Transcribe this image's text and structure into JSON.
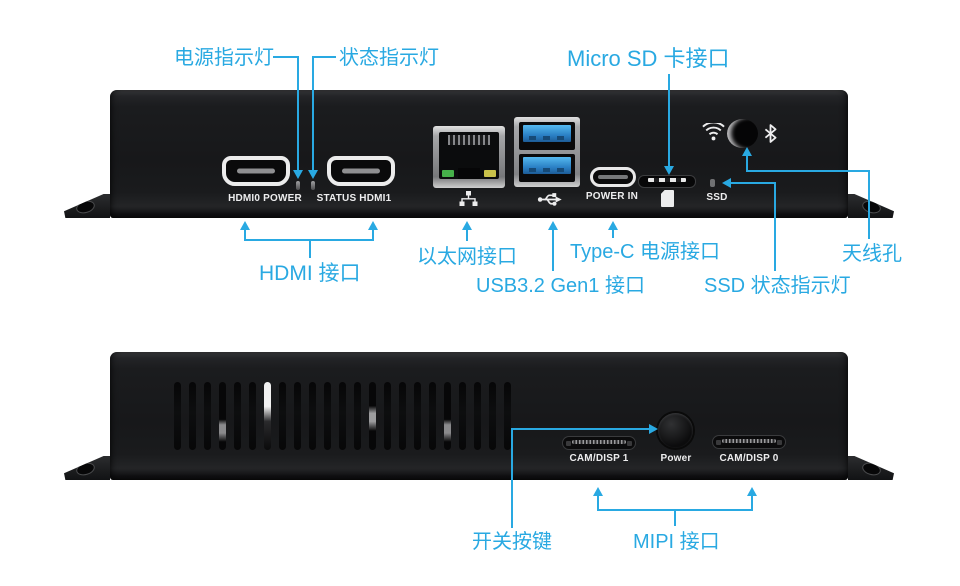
{
  "colors": {
    "accent": "#29a9e2",
    "usb_tongue": "#2a7fc4",
    "eth_led_green": "#46b04a",
    "eth_led_yellow": "#c9c24a"
  },
  "front_view": {
    "silkscreen": {
      "hdmi0_power": "HDMI0 POWER",
      "status_hdmi1": "STATUS HDMI1",
      "power_in": "POWER IN",
      "ssd": "SSD"
    },
    "callouts": {
      "power_led": "电源指示灯",
      "status_led": "状态指示灯",
      "micro_sd": "Micro SD 卡接口",
      "hdmi": "HDMI 接口",
      "ethernet": "以太网接口",
      "type_c": "Type-C 电源接口",
      "usb": "USB3.2 Gen1 接口",
      "ssd_led": "SSD 状态指示灯",
      "antenna": "天线孔"
    },
    "icons": [
      "ethernet-icon",
      "usb-icon",
      "sd-card-icon",
      "wifi-icon",
      "bluetooth-icon"
    ]
  },
  "rear_view": {
    "silkscreen": {
      "cam_disp_1": "CAM/DISP 1",
      "power": "Power",
      "cam_disp_0": "CAM/DISP 0"
    },
    "callouts": {
      "power_button": "开关按键",
      "mipi": "MIPI 接口"
    }
  }
}
